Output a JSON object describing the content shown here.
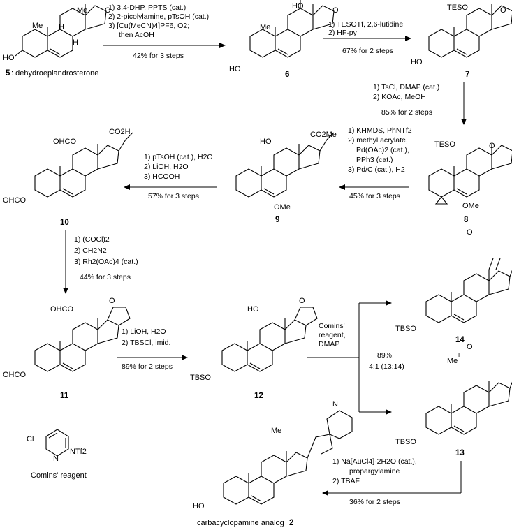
{
  "compounds": {
    "c5": {
      "num": "5",
      "label": ": dehydroepiandrosterone"
    },
    "c6": {
      "num": "6"
    },
    "c7": {
      "num": "7"
    },
    "c8": {
      "num": "8"
    },
    "c9": {
      "num": "9"
    },
    "c10": {
      "num": "10"
    },
    "c11": {
      "num": "11"
    },
    "c12": {
      "num": "12"
    },
    "c13": {
      "num": "13"
    },
    "c14": {
      "num": "14"
    },
    "c2": {
      "label": "carbacyclopamine analog ",
      "num": "2"
    },
    "comins": {
      "label": "Comins' reagent"
    }
  },
  "atoms": {
    "ho": "HO",
    "o": "O",
    "me": "Me",
    "h": "H",
    "tesO": "TESO",
    "tbsO": "TBSO",
    "ome": "OMe",
    "ohcO": "OHCO",
    "ocho": "OHCO",
    "co2h": "CO2H",
    "co2me": "CO2Me",
    "cl": "Cl",
    "n": "N",
    "ntf2": "NTf2"
  },
  "steps": {
    "s1": {
      "lines": [
        "1) 3,4-DHP, PPTS (cat.)",
        "2) 2-picolylamine, pTsOH (cat.)",
        "3) [Cu(MeCN)4]PF6, O2;",
        "then AcOH"
      ],
      "yield": "42% for 3 steps"
    },
    "s2": {
      "lines": [
        "1) TESOTf, 2,6-lutidine",
        "2) HF·py"
      ],
      "yield": "67% for 2 steps"
    },
    "s3": {
      "lines": [
        "1) TsCl, DMAP (cat.)",
        "2) KOAc, MeOH"
      ],
      "yield": "85% for 2 steps"
    },
    "s4": {
      "lines": [
        "1) KHMDS, PhNTf2",
        "2) methyl acrylate,",
        "Pd(OAc)2 (cat.),",
        "PPh3 (cat.)",
        "3) Pd/C (cat.), H2"
      ],
      "yield": "45% for 3 steps"
    },
    "s5": {
      "lines": [
        "1) pTsOH (cat.), H2O",
        "2) LiOH, H2O",
        "3) HCOOH"
      ],
      "yield": "57% for 3 steps"
    },
    "s6": {
      "lines": [
        "1) (COCl)2",
        "2) CH2N2",
        "3) Rh2(OAc)4 (cat.)"
      ],
      "yield": "44% for 3 steps"
    },
    "s7": {
      "lines": [
        "1) LiOH, H2O",
        "2) TBSCl, imid."
      ],
      "yield": "89% for 2 steps"
    },
    "s8": {
      "lines": [
        "Comins'",
        "reagent,",
        "DMAP"
      ],
      "yield": "89%,",
      "ratio": "4:1 (13:14)",
      "plus": "+"
    },
    "s9": {
      "lines": [
        "1) Na[AuCl4]·2H2O (cat.),",
        "propargylamine",
        "2) TBAF"
      ],
      "yield": "36% for 2 steps"
    }
  }
}
